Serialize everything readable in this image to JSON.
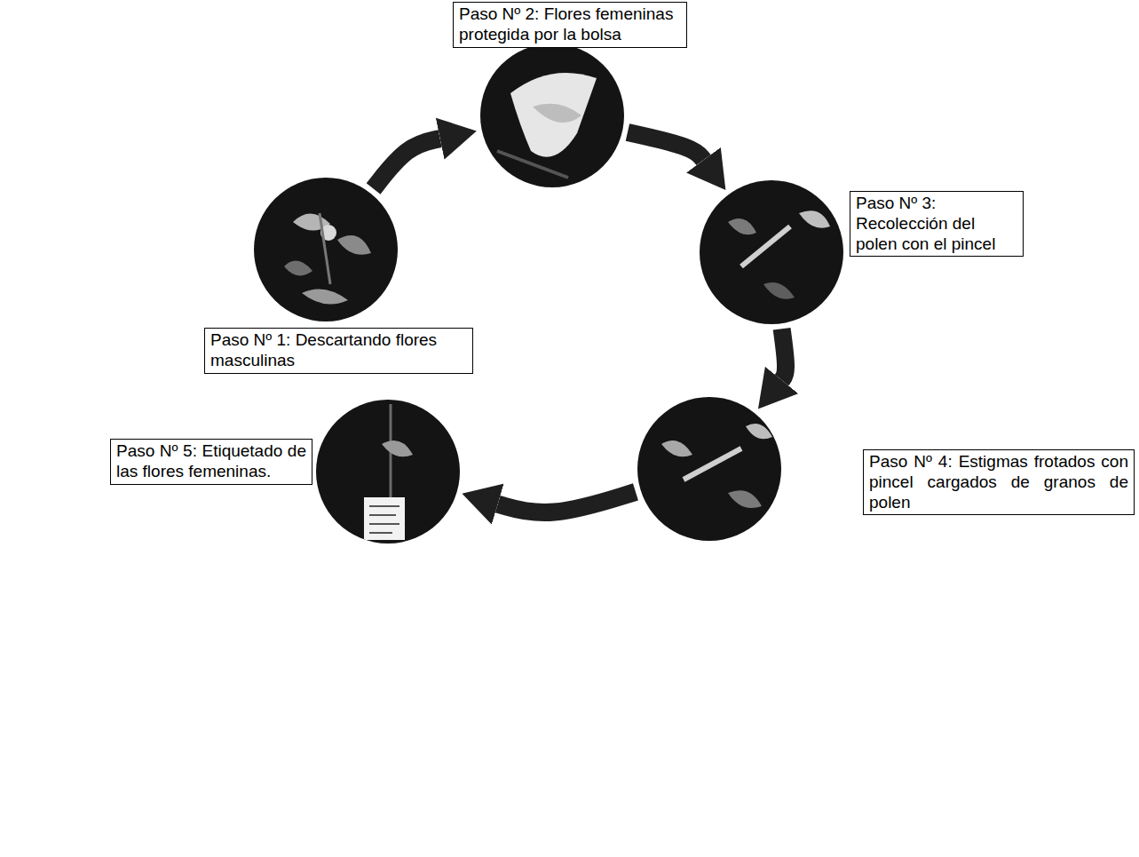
{
  "diagram": {
    "nodes": [
      {
        "text": [
          "Paso Nº 1: Descartando flores masculinas"
        ]
      },
      {
        "text": [
          "Paso Nº 2: Flores femeninas protegida por la bolsa"
        ]
      },
      {
        "text": [
          "Paso Nº 3: Recolección del polen con el pincel"
        ]
      },
      {
        "text": [
          "Paso Nº 4: Estigmas frotados con pincel cargados de granos de polen"
        ]
      },
      {
        "text": [
          "Paso Nº 5: Etiquetado de las flores femeninas."
        ]
      }
    ],
    "edges": [
      {
        "from": 0,
        "to": 1,
        "arrow": "to"
      },
      {
        "from": 1,
        "to": 2,
        "arrow": "to"
      },
      {
        "from": 2,
        "to": 3,
        "arrow": "to"
      },
      {
        "from": 3,
        "to": 4,
        "arrow": "to"
      }
    ]
  }
}
